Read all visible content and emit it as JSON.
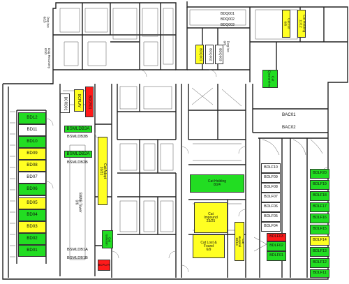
{
  "colors": {
    "green": "#22dd22",
    "yellow": "#ffff22",
    "red": "#ff1a1a"
  },
  "rooms": {
    "bd12": "BD12",
    "bd11": "BD11",
    "bd10": "BD10",
    "bd09": "BD09",
    "bd08": "BD08",
    "bd07": "BD07",
    "bd06": "BD06",
    "bd05": "BD05",
    "bd04": "BD04",
    "bd03": "BD03",
    "bd02": "BD02",
    "bd01": "BD01",
    "bdlf10": "BDLF10",
    "bdlf09": "BDLF09",
    "bdlf08": "BDLF08",
    "bdlf07": "BDLF07",
    "bdlf06": "BDLF06",
    "bdlf05": "BDLF05",
    "bdlf04": "BDLF04",
    "bdlf03": "BDLF03",
    "bdlf02": "BDLF02",
    "bdlf01": "BDLF01",
    "bdlf20": "BDLF20",
    "bdlf19": "BDLF19",
    "bdlf18": "BDLF18",
    "bdlf17": "BDLF17",
    "bdlf16": "BDLF16",
    "bdlf15": "BDLF15",
    "bdlf14": "BDLF14",
    "bdlf13": "BDLF13",
    "bdlf12": "BDLF12",
    "bdlf11": "BDLF11",
    "bsmldb3a": "BSMLDB3A",
    "bsmldb3b": "BSMLDB3B",
    "bsmldb2a": "BSMLDB2A",
    "bsmldb2b": "BSMLDB2B",
    "bsmldb1a": "BSMLDB1A",
    "bsmldb1b": "BSMLDB1B",
    "bac01": "BAC01",
    "bac02": "BAC02",
    "bcplay_top": "BCPLAY",
    "bcplay_bottom": "BCPLAY",
    "bdcr01": "BDCR01",
    "bcrd01": "BCRD01",
    "bdq001": "BDQ001",
    "bdq002": "BDQ002",
    "bdq003": "BDQ003",
    "bdq001_top": "BDQ001",
    "bdq002_top": "BDQ002",
    "bdq003_top": "BDQ003",
    "cat_adopt": "Cat Adopt\n10/21",
    "cat_holding_mid": "Cat Holding\n8/24",
    "cat_impound": "Cat\nImpound\n23/25",
    "cat_lost_found": "Cat Lost &\nFound\n6/9",
    "cat_holding_top": "Cat Holding\n11/12",
    "cat_iso": "Cat Iso\n6/6",
    "cat_quarantine": "Cat\nQuarantine",
    "cat_isolation": "Cat\nIsolation",
    "cat_hospital": "Cat\nHospital\n10/13",
    "swab_tower": "SWAB Tower\n0/6",
    "dog_iso_top": "Dog Iso\n0/15",
    "dog_recovery": "Dog Recovery\n0/10",
    "dog_iso_mid": "Dog Iso\n0/6"
  }
}
